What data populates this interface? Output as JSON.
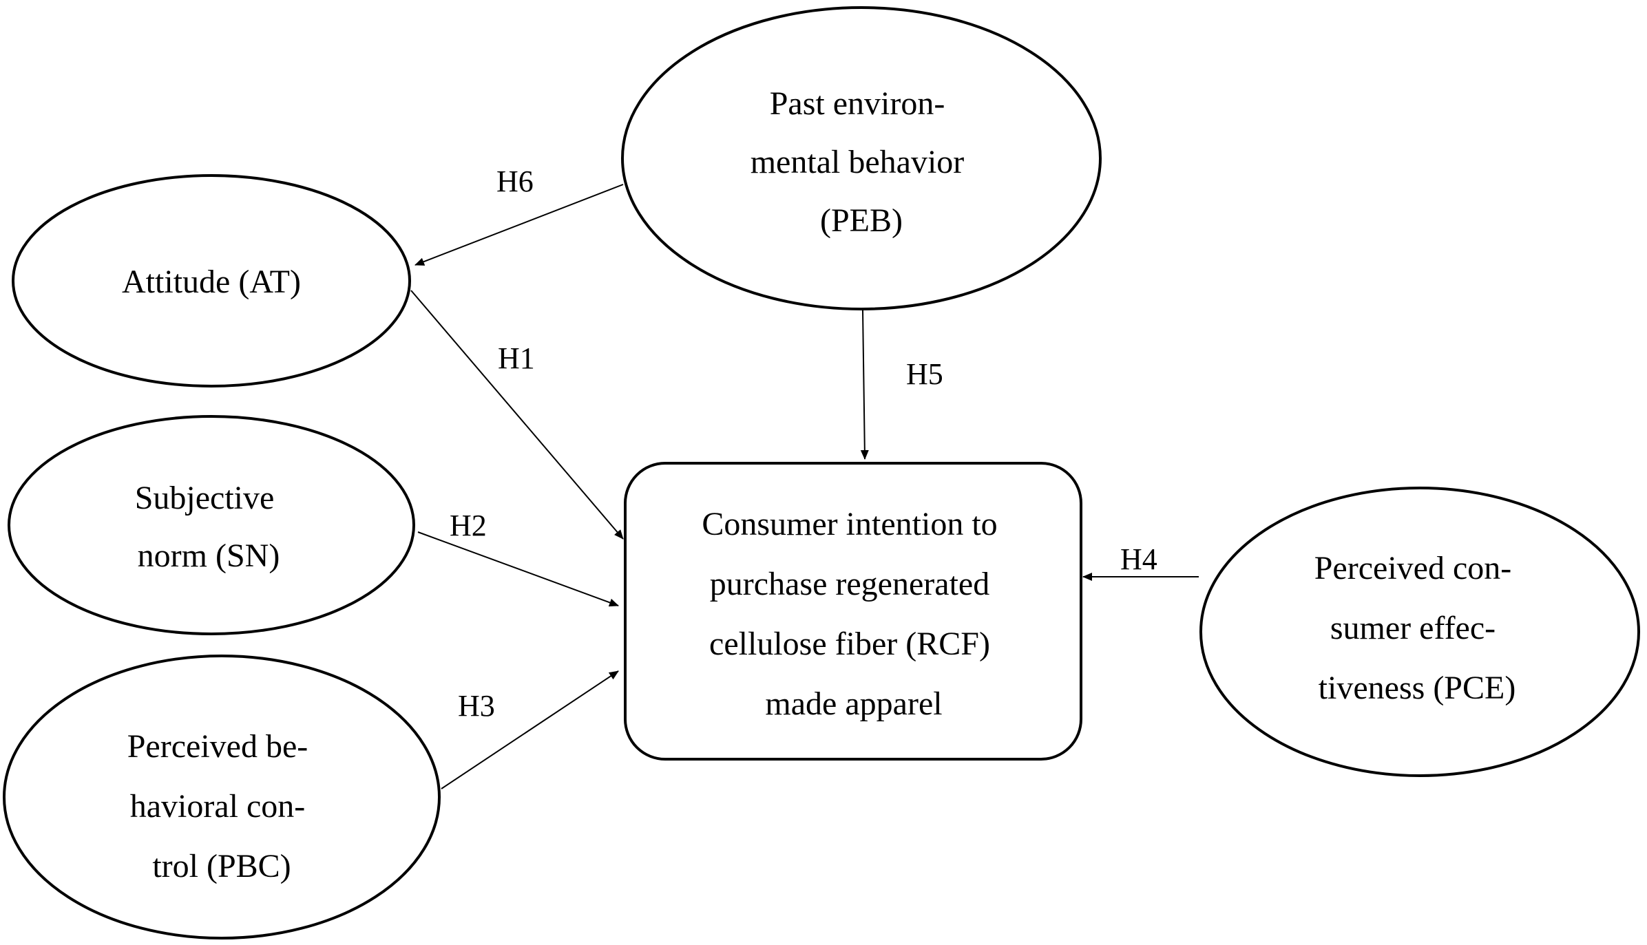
{
  "nodes": {
    "attitude": {
      "lines": [
        "Attitude (AT)"
      ]
    },
    "subjective_norm": {
      "lines": [
        "Subjective",
        "norm (SN)"
      ]
    },
    "pbc": {
      "lines": [
        "Perceived be-",
        "havioral con-",
        "trol (PBC)"
      ]
    },
    "peb": {
      "lines": [
        "Past environ-",
        "mental behavior",
        "(PEB)"
      ]
    },
    "pce": {
      "lines": [
        "Perceived con-",
        "sumer effec-",
        "tiveness (PCE)"
      ]
    },
    "intention": {
      "lines": [
        "Consumer intention to",
        "purchase regenerated",
        "cellulose fiber (RCF)",
        "made apparel"
      ]
    }
  },
  "edges": [
    {
      "id": "H1",
      "label": "H1",
      "from": "attitude",
      "to": "intention"
    },
    {
      "id": "H2",
      "label": "H2",
      "from": "subjective_norm",
      "to": "intention"
    },
    {
      "id": "H3",
      "label": "H3",
      "from": "pbc",
      "to": "intention"
    },
    {
      "id": "H4",
      "label": "H4",
      "from": "pce",
      "to": "intention"
    },
    {
      "id": "H5",
      "label": "H5",
      "from": "peb",
      "to": "intention"
    },
    {
      "id": "H6",
      "label": "H6",
      "from": "peb",
      "to": "attitude"
    }
  ]
}
